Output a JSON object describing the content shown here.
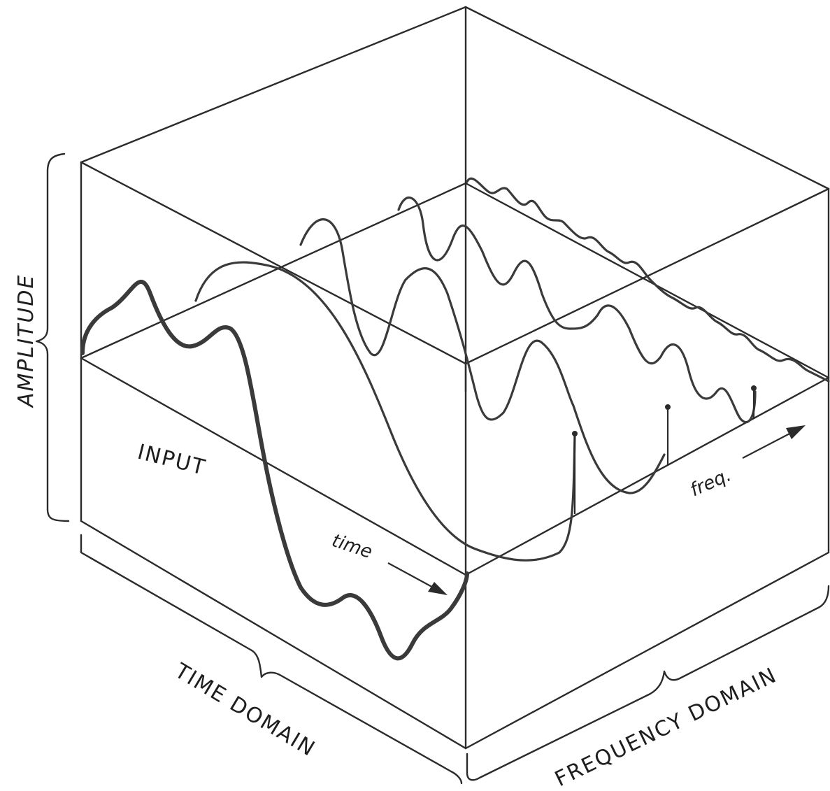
{
  "labels": {
    "amplitude": "AMPLITUDE",
    "input": "INPUT",
    "time": "time",
    "freq": "freq.",
    "time_domain": "TIME DOMAIN",
    "frequency_domain": "FREQUENCY DOMAIN"
  },
  "colors": {
    "ink": "#2b2b2b",
    "background": "#ffffff"
  }
}
